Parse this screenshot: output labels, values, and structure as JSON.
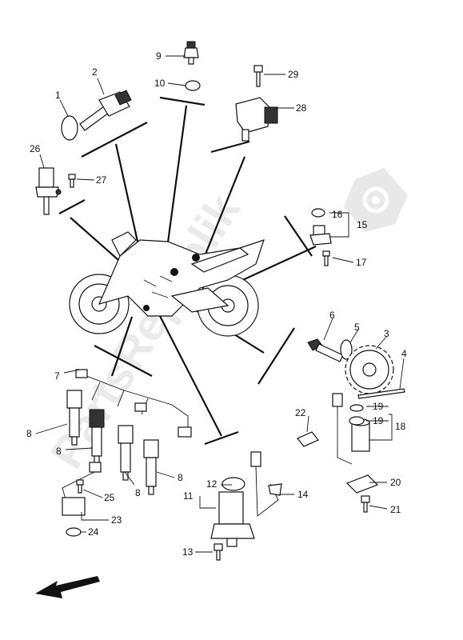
{
  "watermark": {
    "text": "PartsRepublik",
    "icon": "gear-icon"
  },
  "arrow": {
    "icon": "front-direction-arrow-icon"
  },
  "callouts": [
    {
      "id": "c1",
      "label": "1"
    },
    {
      "id": "c2",
      "label": "2"
    },
    {
      "id": "c3",
      "label": "3"
    },
    {
      "id": "c4",
      "label": "4"
    },
    {
      "id": "c5",
      "label": "5"
    },
    {
      "id": "c6",
      "label": "6"
    },
    {
      "id": "c7",
      "label": "7"
    },
    {
      "id": "c8a",
      "label": "8"
    },
    {
      "id": "c8b",
      "label": "8"
    },
    {
      "id": "c8c",
      "label": "8"
    },
    {
      "id": "c8d",
      "label": "8"
    },
    {
      "id": "c9",
      "label": "9"
    },
    {
      "id": "c10",
      "label": "10"
    },
    {
      "id": "c11",
      "label": "11"
    },
    {
      "id": "c12",
      "label": "12"
    },
    {
      "id": "c13",
      "label": "13"
    },
    {
      "id": "c14",
      "label": "14"
    },
    {
      "id": "c15",
      "label": "15"
    },
    {
      "id": "c16",
      "label": "16"
    },
    {
      "id": "c17",
      "label": "17"
    },
    {
      "id": "c18",
      "label": "18"
    },
    {
      "id": "c19a",
      "label": "19"
    },
    {
      "id": "c19b",
      "label": "19"
    },
    {
      "id": "c20",
      "label": "20"
    },
    {
      "id": "c21",
      "label": "21"
    },
    {
      "id": "c22",
      "label": "22"
    },
    {
      "id": "c23",
      "label": "23"
    },
    {
      "id": "c24",
      "label": "24"
    },
    {
      "id": "c25",
      "label": "25"
    },
    {
      "id": "c26",
      "label": "26"
    },
    {
      "id": "c27",
      "label": "27"
    },
    {
      "id": "c28",
      "label": "28"
    },
    {
      "id": "c29",
      "label": "29"
    }
  ]
}
